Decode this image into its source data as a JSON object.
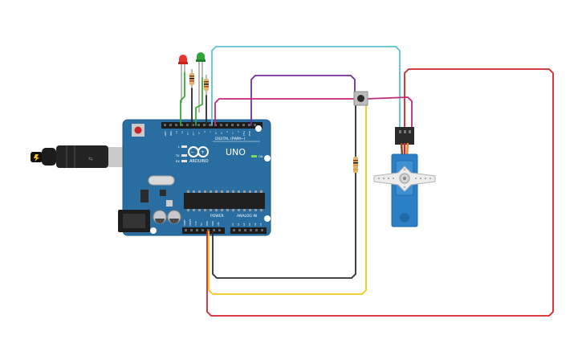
{
  "board": {
    "brand_label": "ARDUINO",
    "model_label": "UNO",
    "digital_label": "DIGITAL (PWM~)",
    "power_label": "POWER",
    "analog_label": "ANALOG IN",
    "on_label": "ON",
    "led_l_label": "L",
    "led_tx_label": "TX",
    "led_rx_label": "RX",
    "header_top_pins": [
      "AREF",
      "GND",
      "13",
      "12",
      "~11",
      "~10",
      "~9",
      "8",
      "7",
      "~6",
      "~5",
      "4",
      "~3",
      "2",
      "TX▸1",
      "RX◂0"
    ],
    "header_power_pins": [
      "IOREF",
      "RESET",
      "3.3V",
      "5V",
      "GND",
      "GND",
      "VIN"
    ],
    "header_analog_pins": [
      "A0",
      "A1",
      "A2",
      "A3",
      "A4",
      "A5"
    ]
  },
  "colors": {
    "board": "#2a6ea1",
    "wire_cyan": "#5dc3d0",
    "wire_purple": "#6f2f9c",
    "wire_magenta": "#c2287e",
    "wire_red": "#d3252b",
    "wire_black": "#2b2b2b",
    "wire_yellow": "#f2c71a",
    "wire_green": "#3aa935",
    "led_red": "#e8322c",
    "led_green": "#2fa63a",
    "servo": "#2b7fc4"
  }
}
